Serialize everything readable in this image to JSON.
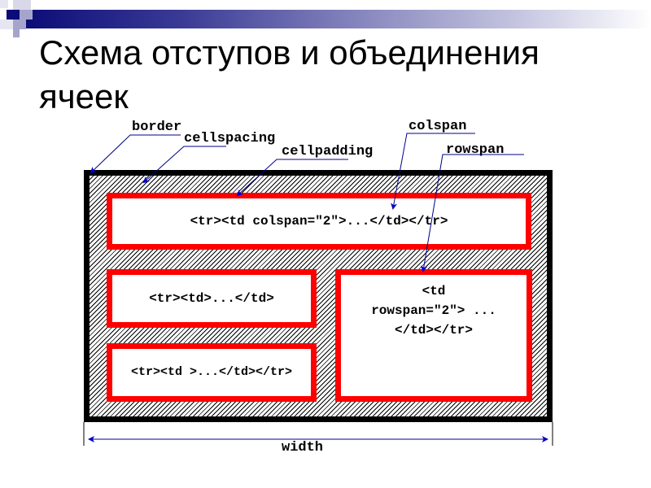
{
  "slide": {
    "title": "Схема отступов и объединения ячеек",
    "header_bar_gradient": [
      "#0c0c78",
      "#ffffff"
    ]
  },
  "diagram": {
    "labels": {
      "border": "border",
      "cellspacing": "cellspacing",
      "cellpadding": "cellpadding",
      "colspan": "colspan",
      "rowspan": "rowspan",
      "width": "width"
    },
    "cells": {
      "row1_colspan": "<tr><td colspan=\"2\">...</td></tr>",
      "row2_left": "<tr><td>...</td>",
      "row3_left": "<tr><td >...</td></tr>",
      "rowspan_cell_line1": "<td",
      "rowspan_cell_line2": "rowspan=\"2\"> ...",
      "rowspan_cell_line3": "</td></tr>"
    },
    "colors": {
      "table_border": "#000000",
      "cell_border": "#ff0000",
      "annotation_line": "#00008b",
      "arrow_head": "#0000cc",
      "hatch": "#000000"
    }
  }
}
